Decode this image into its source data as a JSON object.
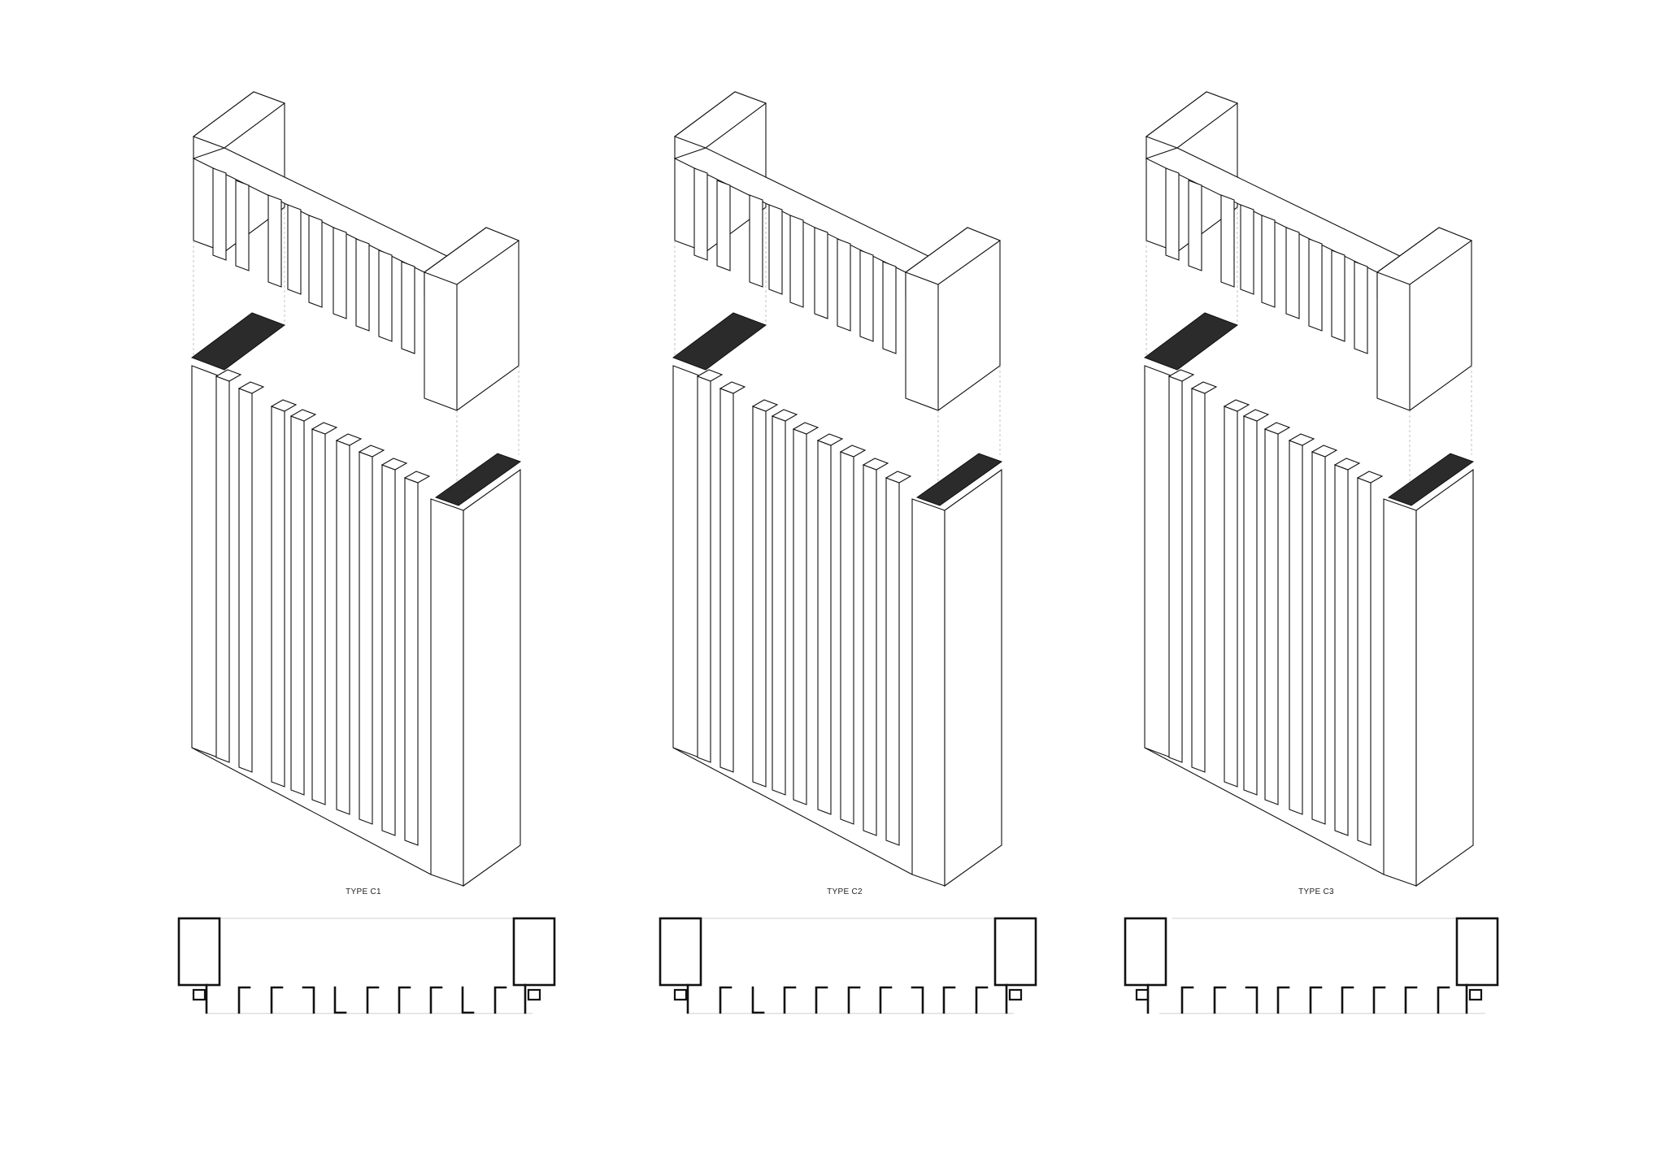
{
  "panels": [
    {
      "id": "c1",
      "label": "TYPE C1",
      "fins": [
        "Γ",
        "Γ",
        "Γ",
        "¬",
        "L",
        "Γ",
        "Γ",
        "Γ",
        "L",
        "Γ"
      ]
    },
    {
      "id": "c2",
      "label": "TYPE C2",
      "fins": [
        "Γ",
        "L",
        "Γ",
        "Γ",
        "Γ",
        "Γ",
        "¬",
        "Γ",
        "Γ",
        "Γ"
      ]
    },
    {
      "id": "c3",
      "label": "TYPE C3",
      "fins": [
        "Γ",
        "Γ",
        "¬",
        "Γ",
        "Γ",
        "Γ",
        "Γ",
        "Γ",
        "Γ",
        "Γ"
      ]
    }
  ],
  "colors": {
    "line": "#111111",
    "cap": "#2b2b2b",
    "guide": "#cfcfcf",
    "background": "#ffffff"
  }
}
